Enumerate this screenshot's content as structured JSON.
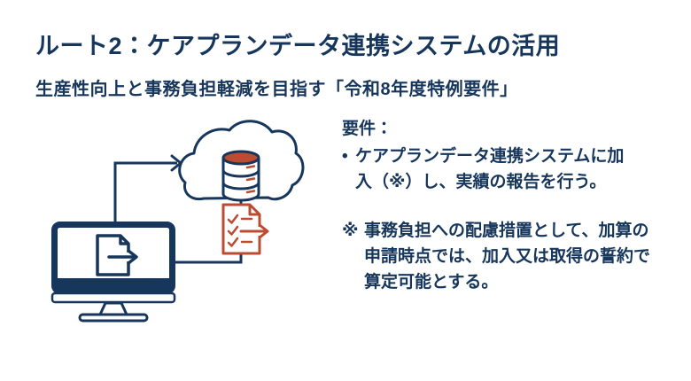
{
  "slide": {
    "title": "ルート2：ケアプランデータ連携システムの活用",
    "subtitle": "生産性向上と事務負担軽減を目指す「令和8年度特例要件」"
  },
  "requirements": {
    "heading": "要件：",
    "bullet_marker": "•",
    "bullet_lines": [
      "ケアプランデータ連携システムに加",
      "入（※）し、実績の報告を行う。"
    ],
    "note_marker": "※",
    "note_lines": [
      "事務負担への配慮措置として、加算の",
      "申請時点では、加入又は取得の誓約で",
      "算定可能とする。"
    ]
  },
  "illustration": {
    "description": "monitor sending document data up to cloud database, returning checklist result",
    "icons": [
      "monitor-icon",
      "document-export-icon",
      "flow-arrow-monitor-to-cloud",
      "cloud-icon",
      "database-icon",
      "checklist-document-icon",
      "connector-checklist-to-monitor"
    ],
    "colors": {
      "navy": "#17365C",
      "accent_red": "#BC4B31",
      "background": "#FFFFFF"
    }
  }
}
